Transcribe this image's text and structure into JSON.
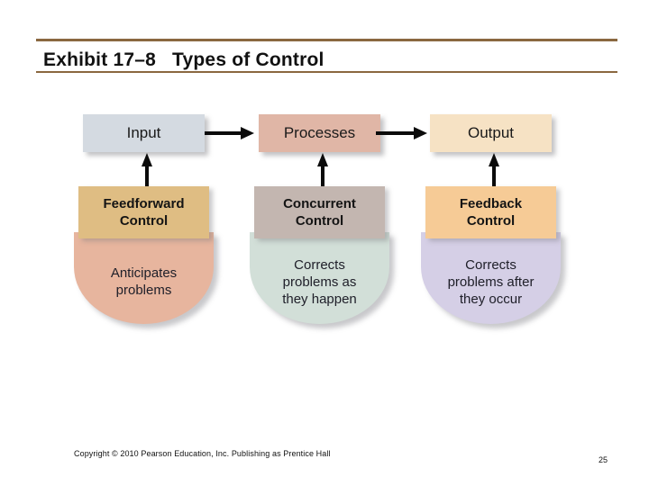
{
  "slide": {
    "title": "Exhibit 17–8   Types of Control",
    "page_number": "25",
    "copyright": "Copyright © 2010 Pearson Education, Inc. Publishing as Prentice Hall",
    "rule_color": "#8a6840"
  },
  "diagram": {
    "flow": [
      {
        "label": "Input",
        "color": "#d4dae1"
      },
      {
        "label": "Processes",
        "color": "#e0b6a6"
      },
      {
        "label": "Output",
        "color": "#f6e2c4"
      }
    ],
    "controls": [
      {
        "name": "Feedforward\nControl",
        "name_line1": "Feedforward",
        "name_line2": "Control",
        "color": "#dfbd83",
        "description_line1": "Anticipates",
        "description_line2": "problems",
        "description_line3": "",
        "description_color": "#e7b59e"
      },
      {
        "name": "Concurrent\nControl",
        "name_line1": "Concurrent",
        "name_line2": "Control",
        "color": "#c3b6b0",
        "description_line1": "Corrects",
        "description_line2": "problems as",
        "description_line3": "they happen",
        "description_color": "#d2dfd8"
      },
      {
        "name": "Feedback\nControl",
        "name_line1": "Feedback",
        "name_line2": "Control",
        "color": "#f6cb96",
        "description_line1": "Corrects",
        "description_line2": "problems after",
        "description_line3": "they occur",
        "description_color": "#d5cfe6"
      }
    ]
  }
}
